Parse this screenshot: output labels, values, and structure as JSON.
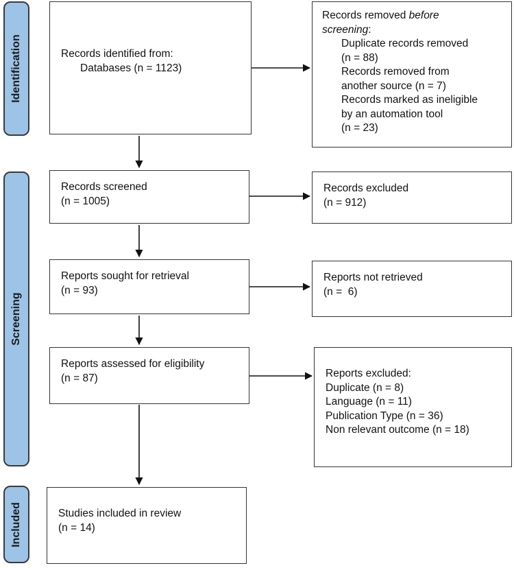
{
  "phases": {
    "identification": "Identification",
    "screening": "Screening",
    "included": "Included"
  },
  "boxes": {
    "records_identified": {
      "line1": "Records identified from:",
      "line2": "Databases (n = 1123)"
    },
    "records_removed": {
      "line1_plain": "Records removed ",
      "line1_italic": "before",
      "line2_italic": "screening",
      "line2_colon": ":",
      "items": [
        "Duplicate records removed",
        "(n = 88)",
        "Records removed from",
        "another source (n = 7)",
        "Records marked as ineligible",
        "by an automation tool",
        "(n = 23)"
      ]
    },
    "records_screened": {
      "line1": "Records screened",
      "line2": "(n = 1005)"
    },
    "records_excluded": {
      "line1": "Records excluded",
      "line2": "(n = 912)"
    },
    "reports_sought": {
      "line1": "Reports sought for retrieval",
      "line2": "(n = 93)"
    },
    "reports_not_retrieved": {
      "line1": "Reports not retrieved",
      "line2": "(n =  6)"
    },
    "reports_assessed": {
      "line1": "Reports assessed for eligibility",
      "line2": "(n = 87)"
    },
    "reports_excluded": {
      "line1": "Reports excluded:",
      "items": [
        "Duplicate (n = 8)",
        "Language (n = 11)",
        "Publication Type (n = 36)",
        "Non relevant outcome (n = 18)"
      ]
    },
    "studies_included": {
      "line1": "Studies included in review",
      "line2": "(n = 14)"
    }
  }
}
